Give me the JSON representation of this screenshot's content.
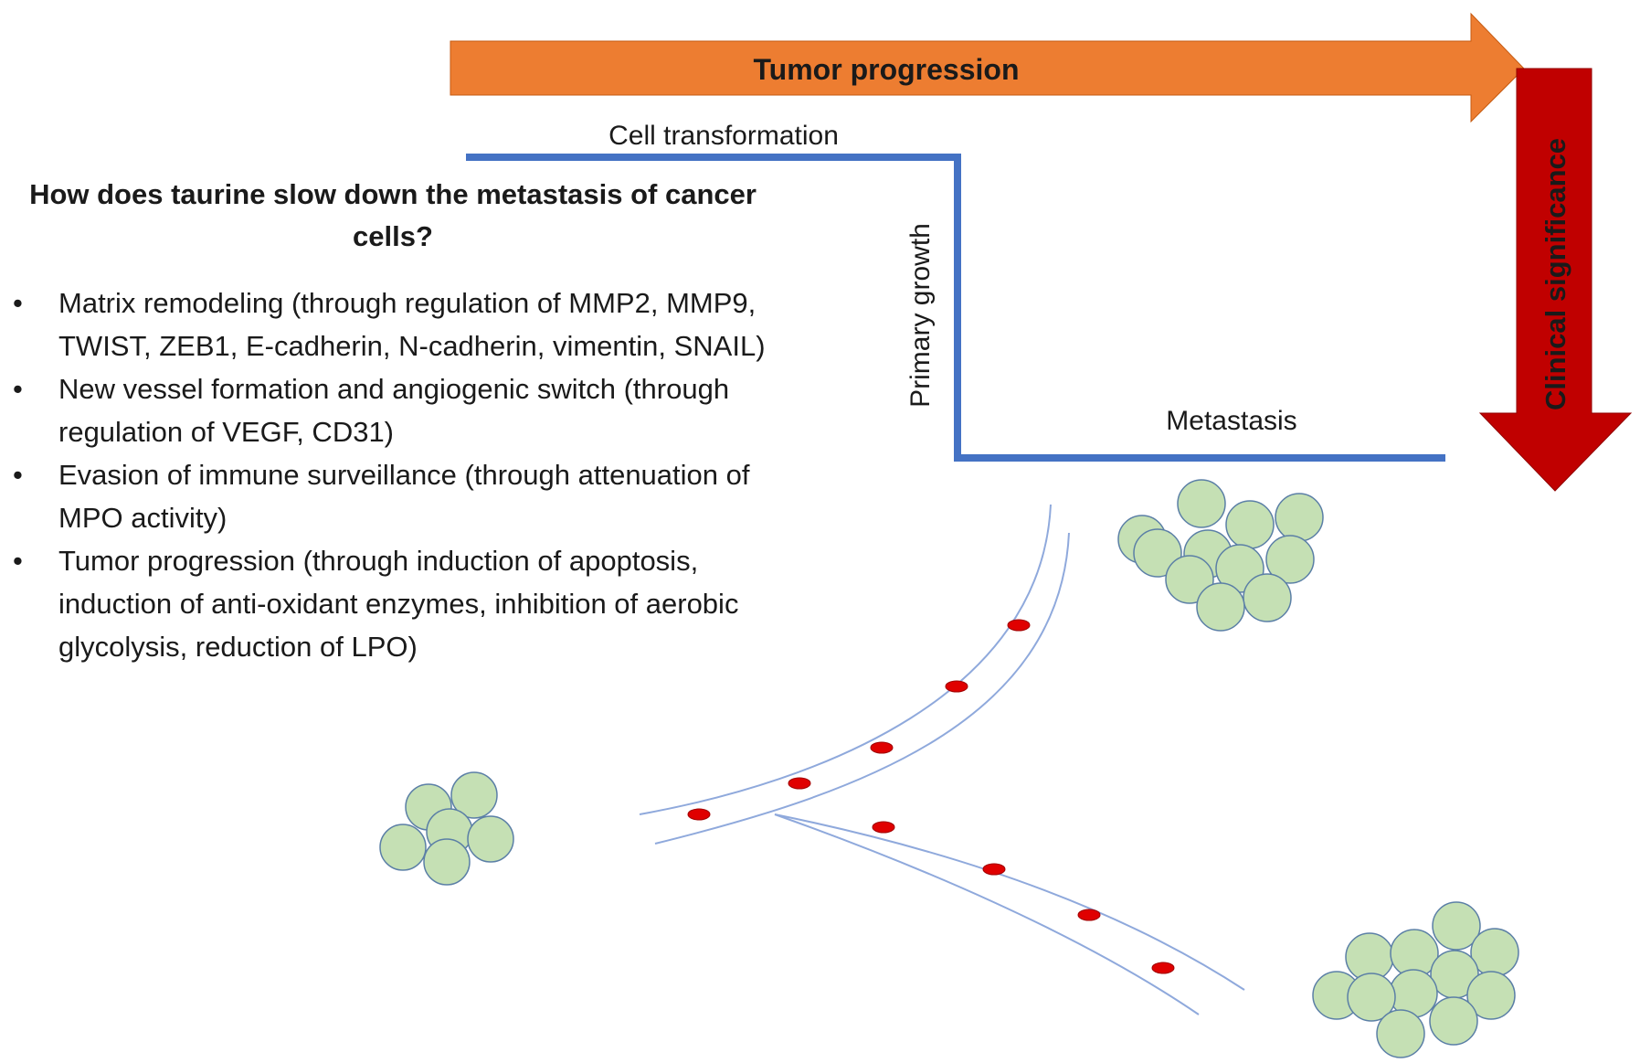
{
  "labels": {
    "tumor_progression": "Tumor progression",
    "clinical_significance": "Clinical significance",
    "cell_transformation": "Cell transformation",
    "primary_growth": "Primary growth",
    "metastasis": "Metastasis"
  },
  "question": "How  does taurine slow down the metastasis of cancer cells?",
  "bullets": [
    "Matrix remodeling  (through regulation of MMP2, MMP9, TWIST, ZEB1, E-cadherin, N-cadherin, vimentin, SNAIL)",
    "New vessel formation and angiogenic switch (through regulation of VEGF, CD31)",
    "Evasion of immune surveillance (through attenuation of MPO activity)",
    "Tumor progression (through induction of apoptosis, induction of anti-oxidant enzymes, inhibition of aerobic glycolysis, reduction of LPO)"
  ],
  "colors": {
    "progression_arrow": "#ED7D31",
    "significance_arrow": "#C00000",
    "step_line": "#4472C4",
    "cell_fill": "#C5E0B4",
    "cell_stroke": "#5B7FA6",
    "vessel": "#8FA9DC",
    "blood_cell": "#E00000"
  }
}
